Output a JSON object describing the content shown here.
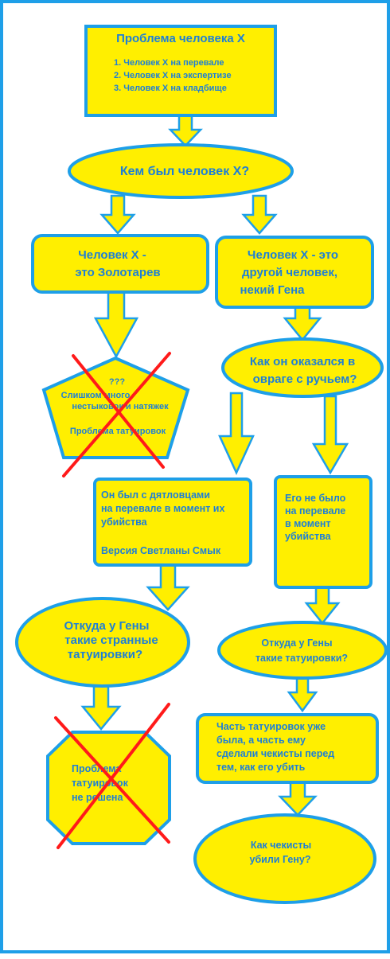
{
  "colors": {
    "border": "#1e9fe8",
    "fill": "#ffef00",
    "text": "#1e7fd6",
    "cross": "#ff1a1a",
    "arrow": "#ffef00"
  },
  "nodes": {
    "problem": {
      "title": "Проблема человека Х",
      "items": [
        "1. Человек Х на перевале",
        "2. Человек Х на экспертизе",
        "3. Человек Х на кладбище"
      ]
    },
    "who": {
      "lines": [
        "Кем был человек Х?"
      ]
    },
    "zolotarev": {
      "lines": [
        "Человек Х -",
        "это Золотарев"
      ]
    },
    "gena": {
      "lines": [
        "Человек Х - это",
        "другой человек,",
        "некий Гена"
      ]
    },
    "pentagon": {
      "lines": [
        "???",
        "Слишком много",
        "нестыковок и натяжек",
        "",
        "Проблема татуировок"
      ]
    },
    "ravine": {
      "lines": [
        "Как он оказался в",
        "овраге с ручьем?"
      ]
    },
    "with_group": {
      "lines": [
        "Он был с дятловцами",
        "на перевале в момент их",
        "убийства",
        "",
        "Версия Светланы Смык"
      ]
    },
    "not_there": {
      "lines": [
        "Его не было",
        "на перевале",
        "в момент",
        "убийства"
      ]
    },
    "strange_tattoos": {
      "lines": [
        "Откуда у Гены",
        "такие странные",
        "татуировки?"
      ]
    },
    "tattoos": {
      "lines": [
        "Откуда у Гены",
        "такие татуировки?"
      ]
    },
    "hexagon": {
      "lines": [
        "Проблема",
        "татуировок",
        "не решена"
      ]
    },
    "partly": {
      "lines": [
        "Часть татуировок уже",
        "была, а часть ему",
        "сделали чекисты перед",
        "тем, как его убить"
      ]
    },
    "killed": {
      "lines": [
        "Как чекисты",
        "убили Гену?"
      ]
    }
  }
}
